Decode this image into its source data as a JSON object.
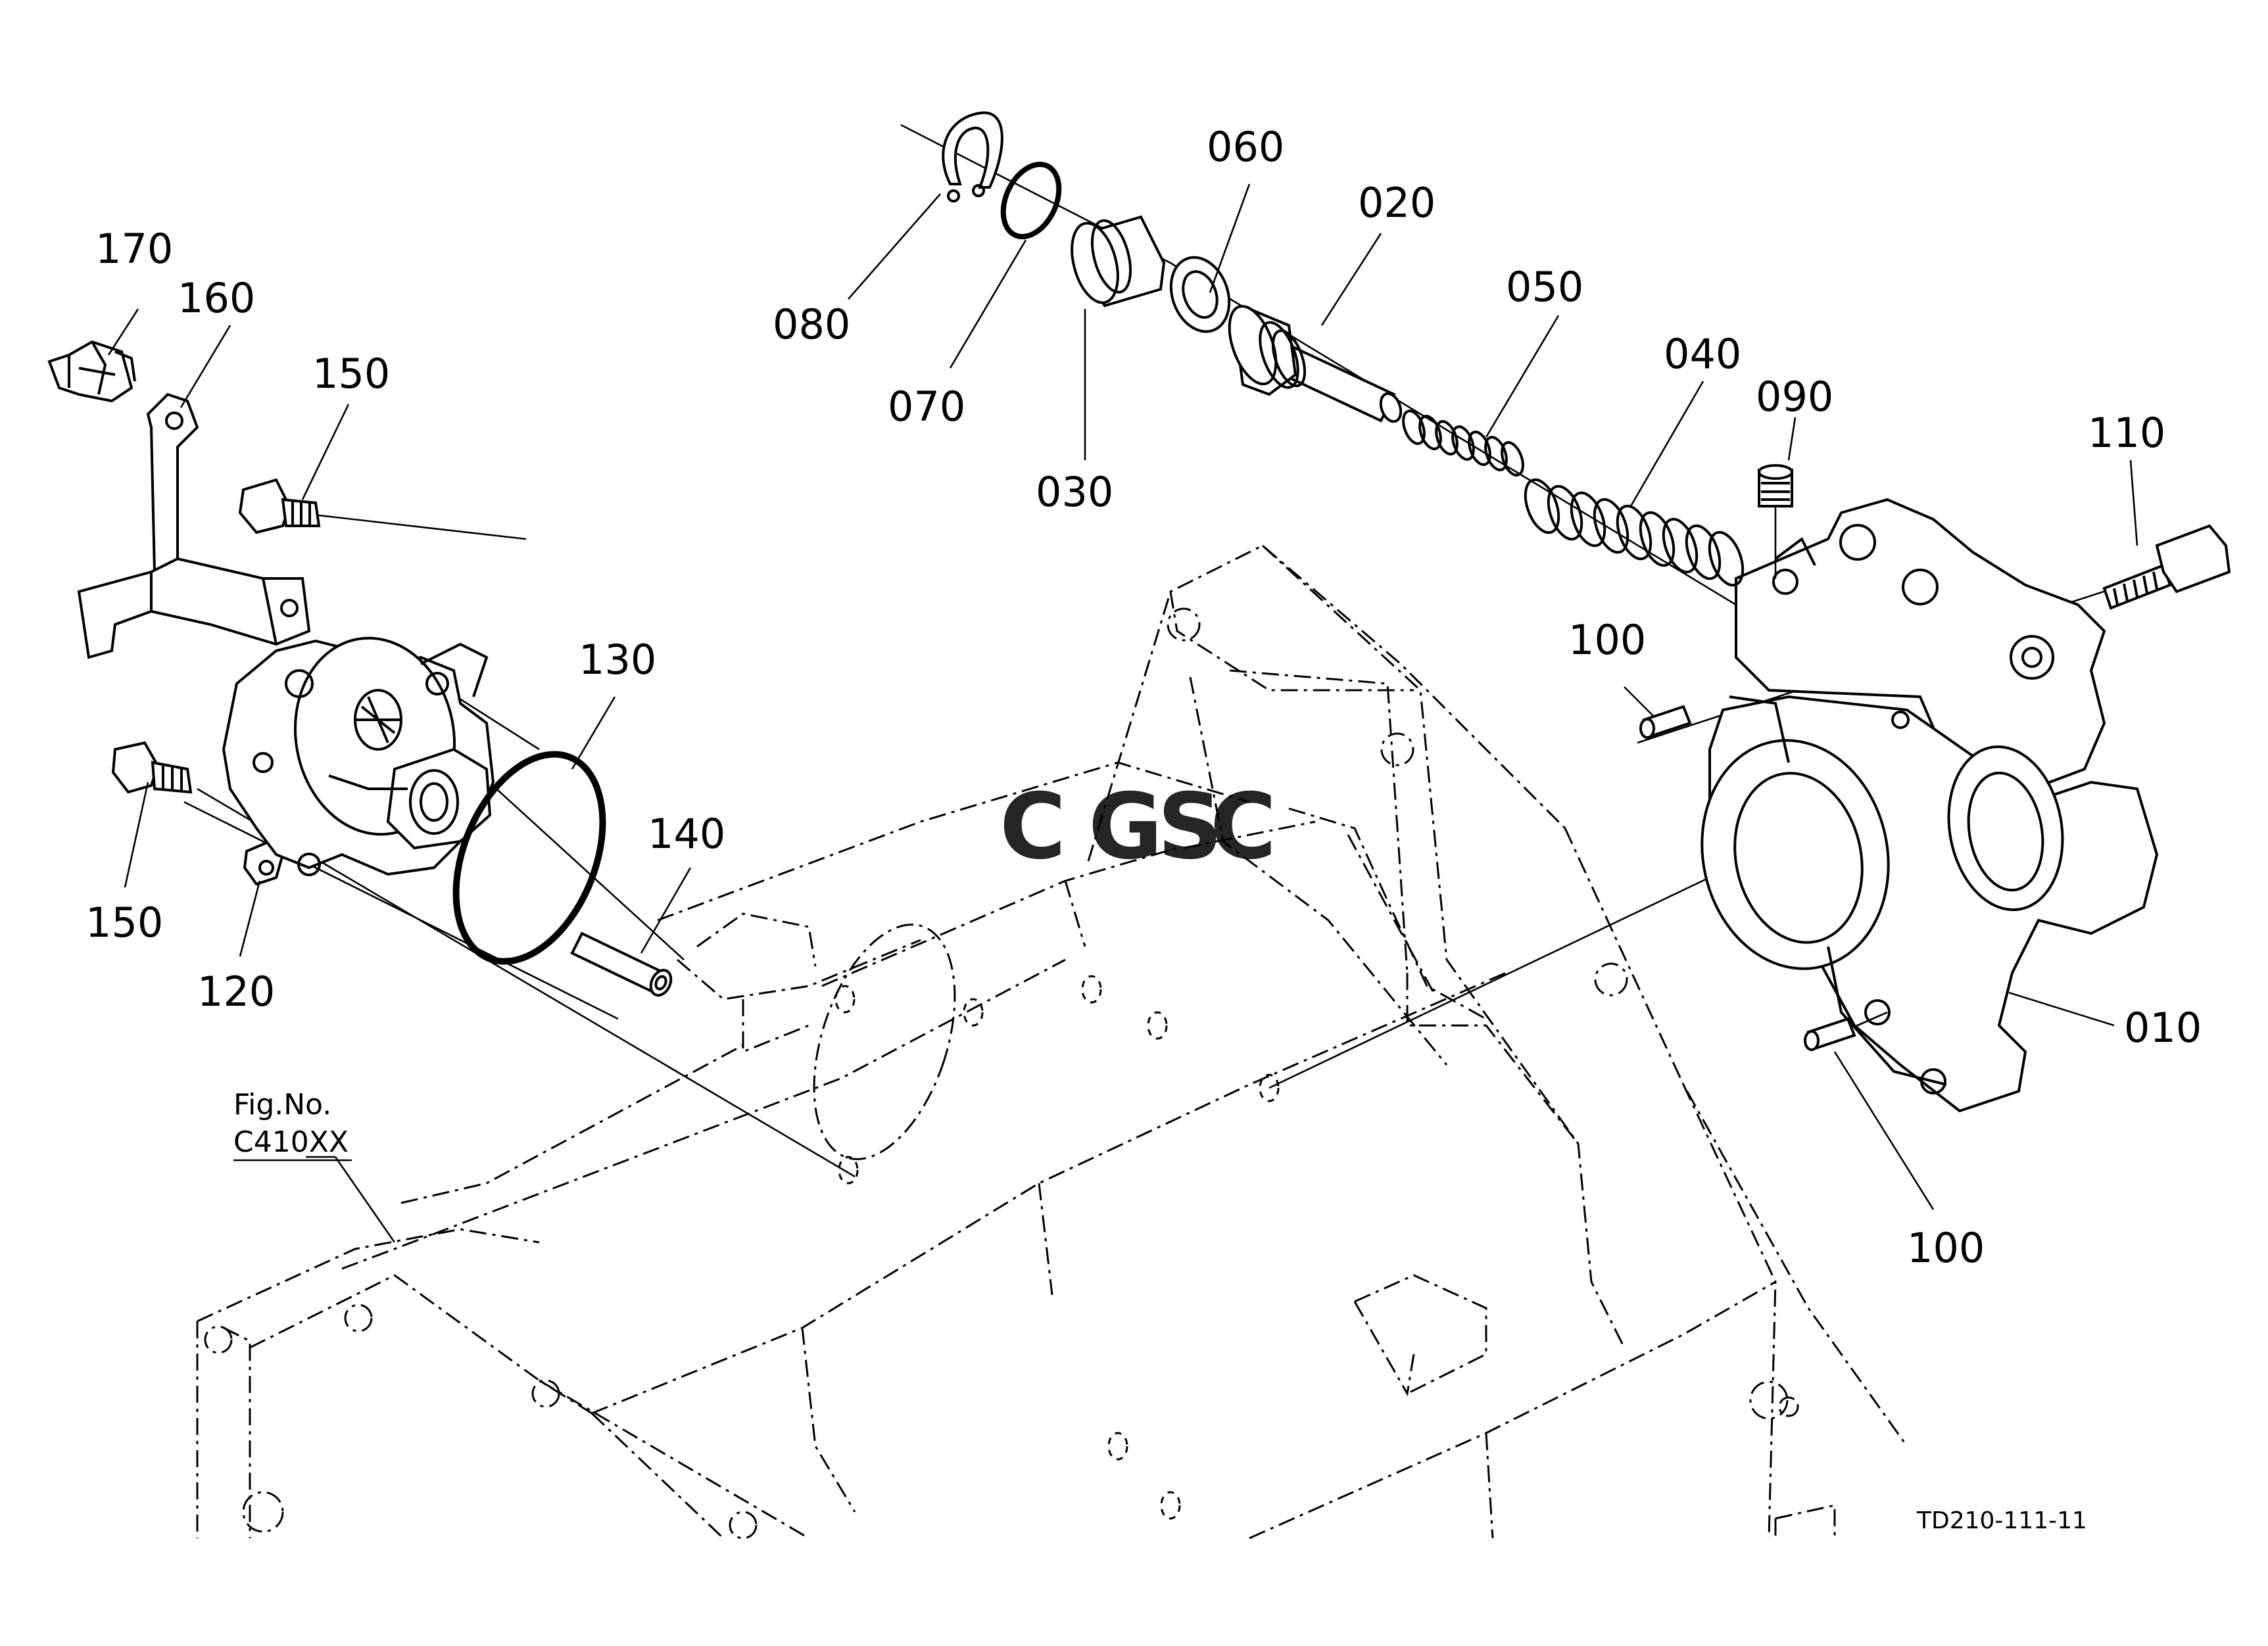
{
  "labels": {
    "p010": "010",
    "p020": "020",
    "p030": "030",
    "p040": "040",
    "p050": "050",
    "p060": "060",
    "p070": "070",
    "p080": "080",
    "p090": "090",
    "p100a": "100",
    "p100b": "100",
    "p110": "110",
    "p120": "120",
    "p130": "130",
    "p140": "140",
    "p150a": "150",
    "p150b": "150",
    "p160": "160",
    "p170": "170"
  },
  "figure": {
    "line1": "Fig.No.",
    "line2": "C410XX"
  },
  "drawing_code": "TD210-111-11",
  "watermark": {
    "letters": [
      "C",
      "G",
      "S",
      "C"
    ],
    "colors": [
      "#4d8ee8",
      "#e8665a",
      "#f4c542",
      "#56b07a"
    ]
  }
}
